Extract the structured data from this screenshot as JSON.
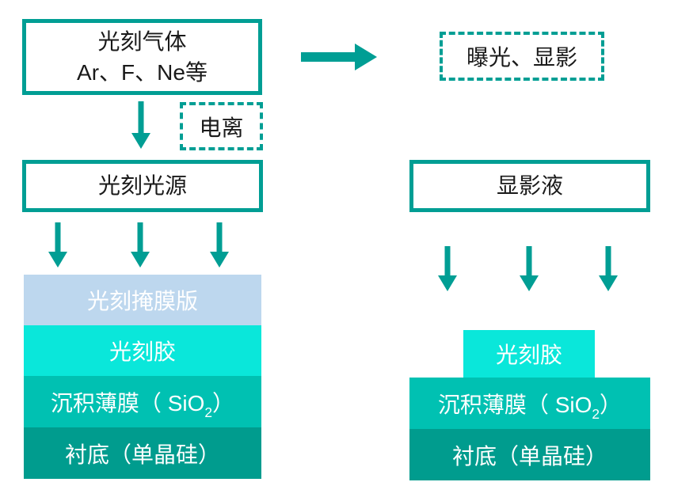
{
  "colors": {
    "teal": "#009E94",
    "mask_blue": "#BDD7EE",
    "resist_cyan": "#0AE7DA",
    "film_teal": "#00C1B2",
    "substrate_teal": "#009C8E",
    "text_dark": "#1a1a1a",
    "text_light": "#ffffff"
  },
  "left_flow": {
    "gas_box": {
      "line1": "光刻气体",
      "line2": "Ar、F、Ne等"
    },
    "ionization_label": "电离",
    "light_source_label": "光刻光源",
    "stack": {
      "mask_label": "光刻掩膜版",
      "resist_label": "光刻胶",
      "film_label": {
        "prefix": "沉积薄膜（ SiO",
        "sub": "2",
        "suffix": "）"
      },
      "substrate_label": "衬底（单晶硅）"
    }
  },
  "right_flow": {
    "exposure_label": "曝光、显影",
    "developer_label": "显影液",
    "stack": {
      "resist_label": "光刻胶",
      "film_label": {
        "prefix": "沉积薄膜（ SiO",
        "sub": "2",
        "suffix": "）"
      },
      "substrate_label": "衬底（单晶硅）"
    }
  }
}
